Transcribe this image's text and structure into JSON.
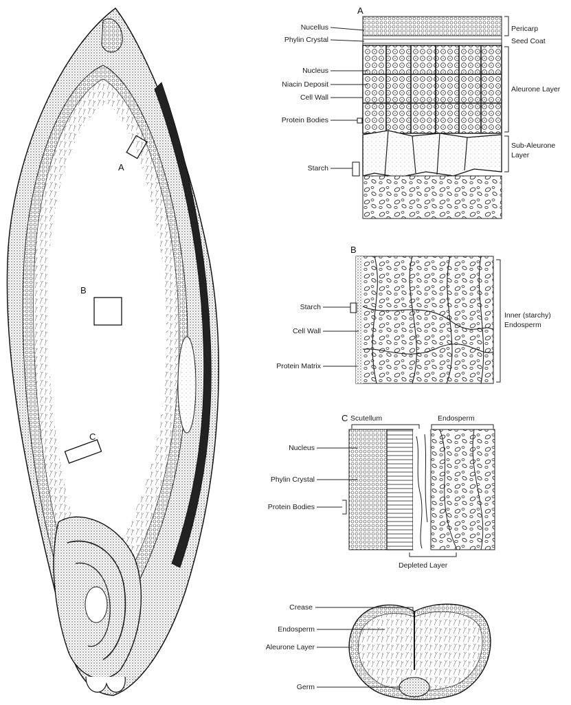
{
  "main_section": {
    "box_labels": {
      "a": "A",
      "b": "B",
      "c": "C"
    }
  },
  "panel_a": {
    "letter": "A",
    "left_labels": [
      "Nucellus",
      "Phylin Crystal",
      "Nucleus",
      "Niacin Deposit",
      "Cell Wall",
      "Protein Bodies",
      "Starch"
    ],
    "right_labels": {
      "pericarp": "Pericarp",
      "seed_coat": "Seed Coat",
      "aleurone": "Aleurone Layer",
      "sub_aleurone_1": "Sub-Aleurone",
      "sub_aleurone_2": "Layer"
    }
  },
  "panel_b": {
    "letter": "B",
    "left_labels": [
      "Starch",
      "Cell Wall",
      "Protein Matrix"
    ],
    "right_labels": [
      "Inner (starchy)",
      "Endosperm"
    ]
  },
  "panel_c": {
    "letter": "C",
    "top_labels": {
      "scutellum": "Scutellum",
      "endosperm": "Endosperm"
    },
    "left_labels": [
      "Nucleus",
      "Phylin Crystal",
      "Protein Bodies"
    ],
    "bottom_label": "Depleted Layer"
  },
  "cross_section": {
    "labels": [
      "Crease",
      "Endosperm",
      "Aleurone Layer",
      "Germ"
    ]
  }
}
